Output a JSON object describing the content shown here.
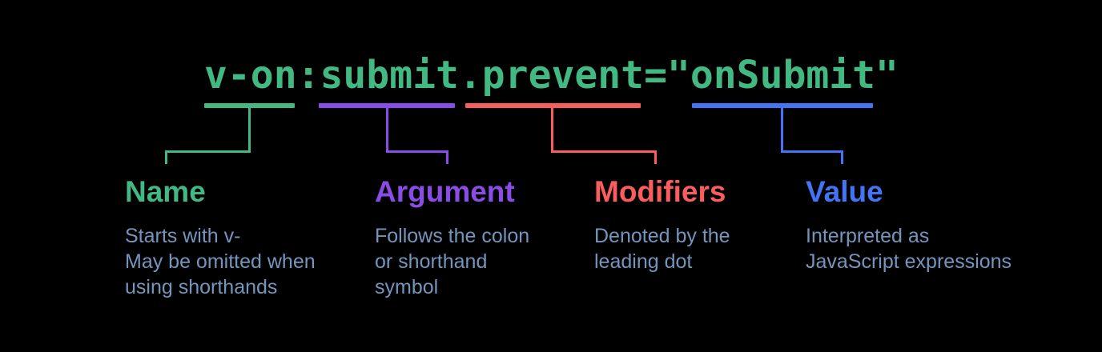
{
  "figure": {
    "background_color": "#000000",
    "body_text_color": "#7495bc",
    "code": {
      "text": "v-on:submit.prevent=\"onSubmit\"",
      "color": "#42b883"
    },
    "segments": [
      {
        "id": "name",
        "label": "Name",
        "color": "#42b883",
        "description_lines": [
          "Starts with v-",
          "May be omitted when",
          "using shorthands"
        ]
      },
      {
        "id": "argument",
        "label": "Argument",
        "color": "#8a4ce6",
        "description_lines": [
          "Follows the colon",
          "or shorthand",
          "symbol"
        ]
      },
      {
        "id": "modifiers",
        "label": "Modifiers",
        "color": "#fa5d5d",
        "description_lines": [
          "Denoted by the",
          "leading dot"
        ]
      },
      {
        "id": "value",
        "label": "Value",
        "color": "#4274f5",
        "description_lines": [
          "Interpreted as",
          "JavaScript expressions"
        ]
      }
    ]
  }
}
